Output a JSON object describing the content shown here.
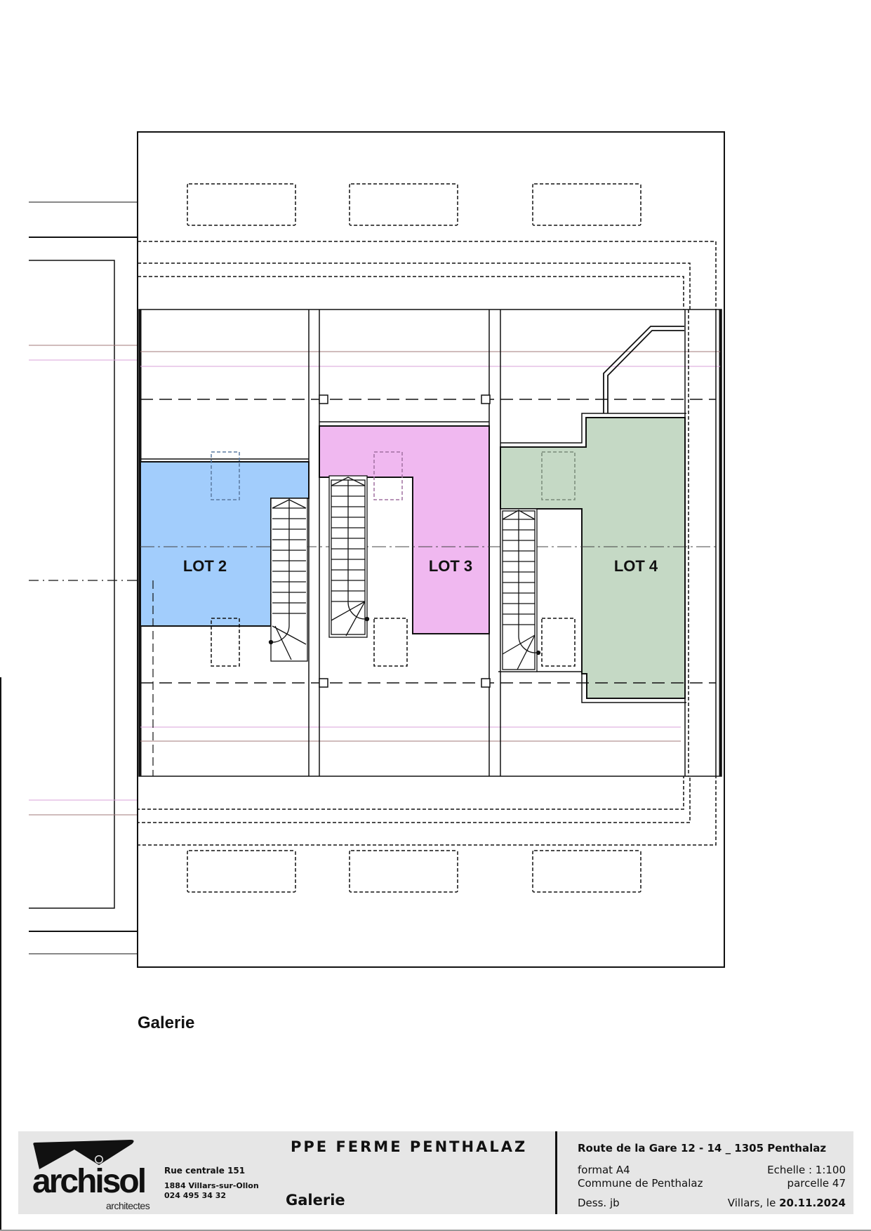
{
  "drawing": {
    "caption": "Galerie",
    "lots": [
      {
        "label": "LOT 2",
        "color": "#a2cdfc"
      },
      {
        "label": "LOT 3",
        "color": "#f0b8f0"
      },
      {
        "label": "LOT 4",
        "color": "#c5d9c5"
      }
    ],
    "line_colors": {
      "wall": "#111111",
      "reference_line_brown": "#a07878",
      "reference_line_pink": "#d8a0d8"
    }
  },
  "title_block": {
    "logo": {
      "word": "archisol",
      "subtitle": "architectes"
    },
    "office_address": {
      "street": "Rue centrale 151",
      "city": "1884 Villars-sur-Ollon",
      "phone": "024 495 34 32"
    },
    "project_name": "PPE FERME PENTHALAZ",
    "sheet_title": "Galerie",
    "site_address": "Route de la Gare 12 - 14 _ 1305 Penthalaz",
    "format": "format A4",
    "scale": "Echelle : 1:100",
    "commune": "Commune de Penthalaz",
    "parcel": "parcelle 47",
    "drawn_by": "Dess. jb",
    "place_date_prefix": "Villars, le ",
    "date": "20.11.2024",
    "background": "#e6e6e6"
  }
}
